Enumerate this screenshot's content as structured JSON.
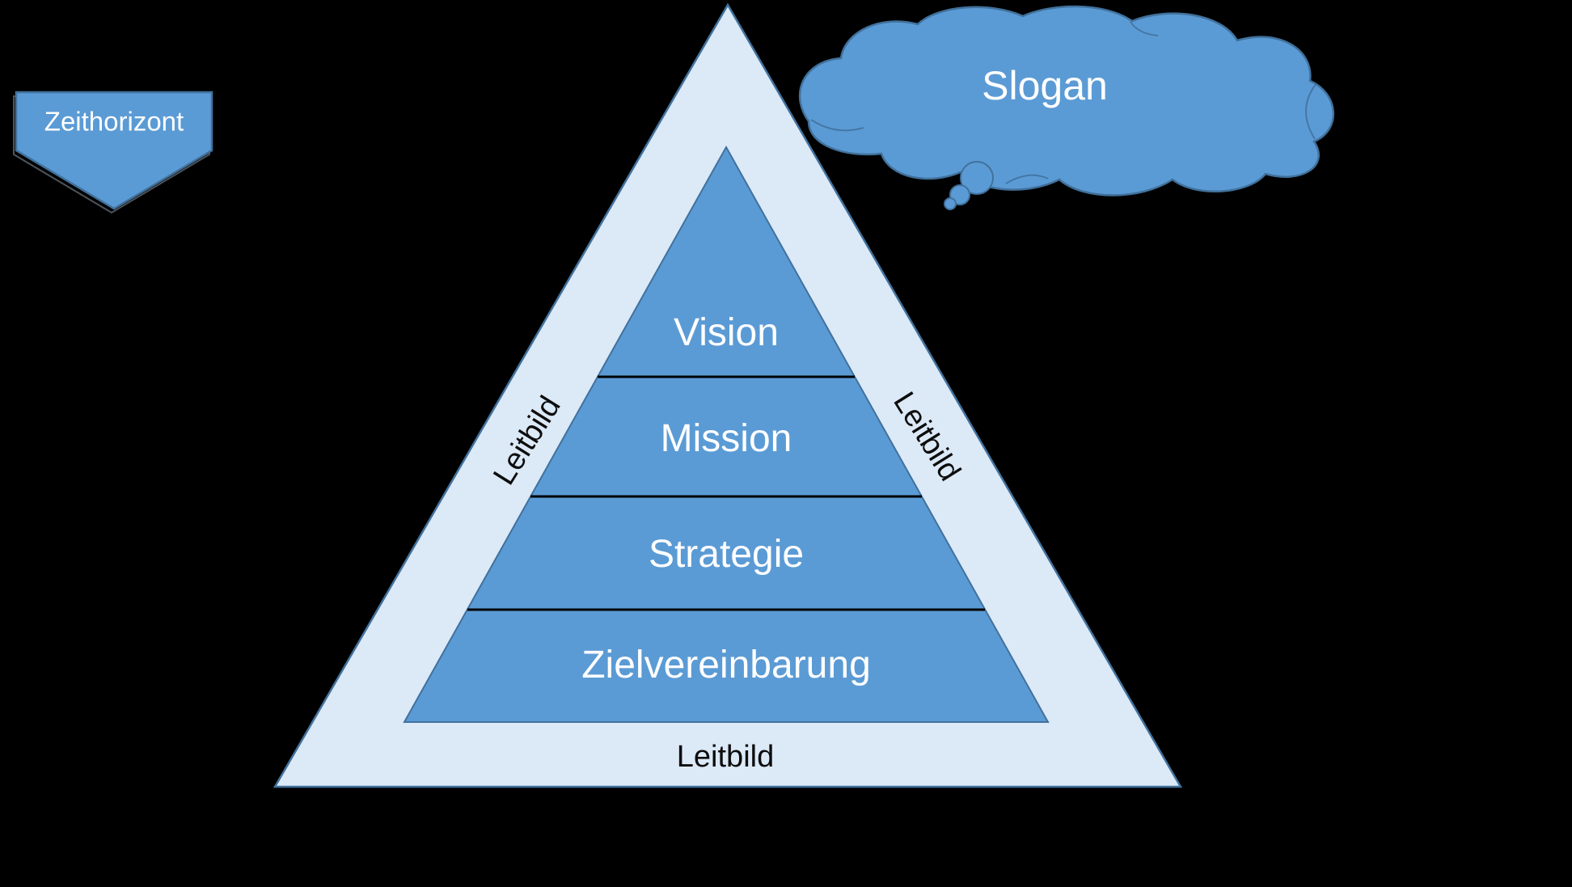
{
  "colors": {
    "accent": "#5b9bd5",
    "accent_border": "#41719c",
    "light": "#dce9f7",
    "divider": "#000000",
    "background": "#000000",
    "text_on_accent": "#ffffff",
    "text_dark": "#0d0d0d"
  },
  "banner": {
    "label": "Zeithorizont"
  },
  "cloud": {
    "label": "Slogan"
  },
  "pyramid": {
    "levels": [
      {
        "label": "Vision"
      },
      {
        "label": "Mission"
      },
      {
        "label": "Strategie"
      },
      {
        "label": "Zielvereinbarung"
      }
    ],
    "left_edge_label": "Leitbild",
    "right_edge_label": "Leitbild",
    "base_label": "Leitbild"
  }
}
